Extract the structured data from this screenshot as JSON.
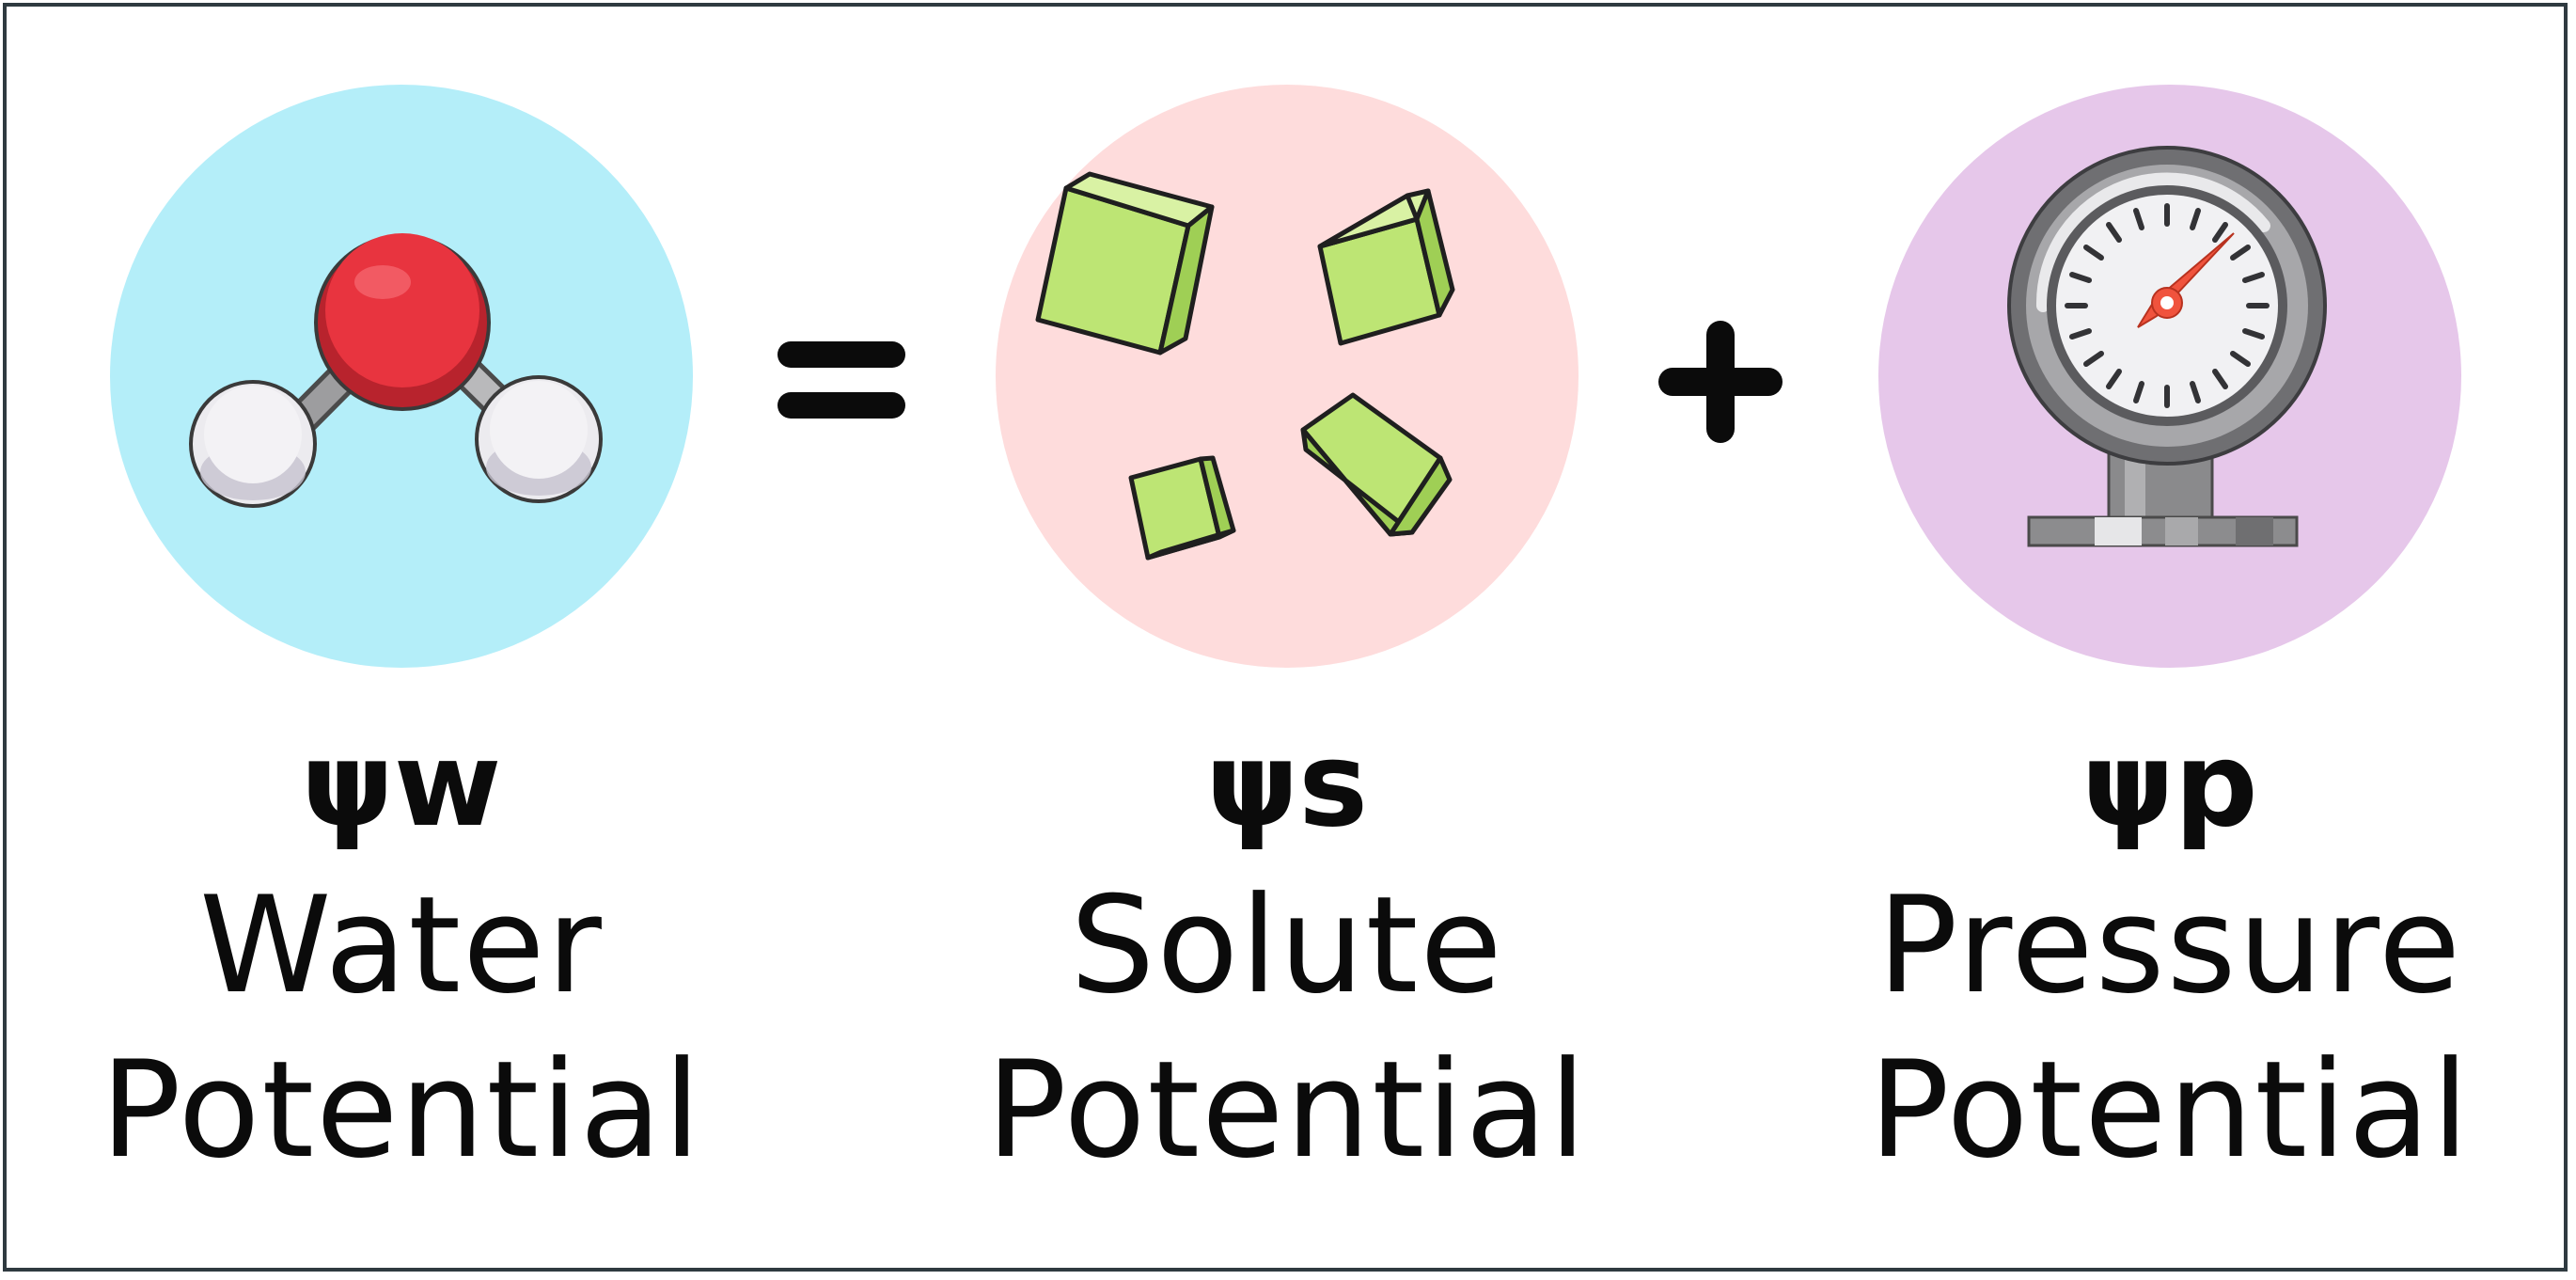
{
  "terms": [
    {
      "symbol": "ψw",
      "line1": "Water",
      "line2": "Potential",
      "circle_color": "#b4eef9",
      "icon": "water-molecule-icon"
    },
    {
      "symbol": "ψs",
      "line1": "Solute",
      "line2": "Potential",
      "circle_color": "#fedcdc",
      "icon": "solute-crystals-icon"
    },
    {
      "symbol": "ψp",
      "line1": "Pressure",
      "line2": "Potential",
      "circle_color": "#e6c7ea",
      "icon": "pressure-gauge-icon"
    }
  ],
  "operators": [
    "equals-sign",
    "plus-sign"
  ],
  "colors": {
    "border": "#2f3a40",
    "text": "#0b0b0b",
    "oxygen": "#e8343f",
    "hydrogen": "#ecebef",
    "crystal": "#bde574",
    "gauge_needle": "#f0533d"
  }
}
